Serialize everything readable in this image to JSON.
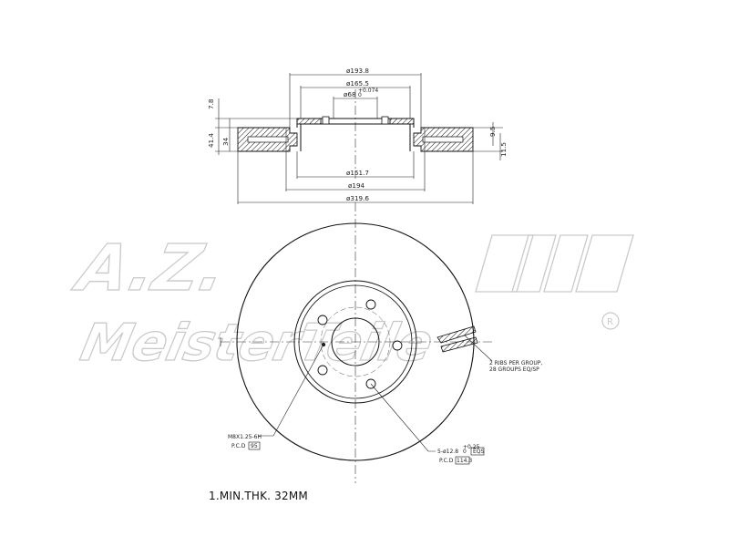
{
  "section_dims": {
    "d_outer": "ø319.6",
    "d_194": "ø194",
    "d_1517": "ø151.7",
    "d_1938": "ø193.8",
    "d_1655": "ø165.5",
    "d_bore": "ø68",
    "d_bore_tol_upper": "+0.074",
    "d_bore_tol_lower": "0",
    "h_78": "7.8",
    "h_414": "41.4",
    "h_34": "34",
    "h_95": "9.5",
    "h_115": "11.5"
  },
  "front_notes": {
    "ribs_line1": "2 RIBS PER GROUP,",
    "ribs_line2": "28 GROUPS EQ/SP",
    "thread": "M8X1.25-6H",
    "pcd_label": "P.C.D",
    "pcd_thread_value": "95",
    "holes": "5-ø12.8",
    "holes_tol_upper": "+0.25",
    "holes_tol_lower": "0",
    "holes_extra": "EQS",
    "pcd_holes_value": "114.3"
  },
  "footer": {
    "min_thickness": "1.MIN.THK. 32MM"
  },
  "watermark": {
    "brand_top": "A.Z.",
    "brand_bottom": "MeisterTeile",
    "trademark": "R"
  }
}
